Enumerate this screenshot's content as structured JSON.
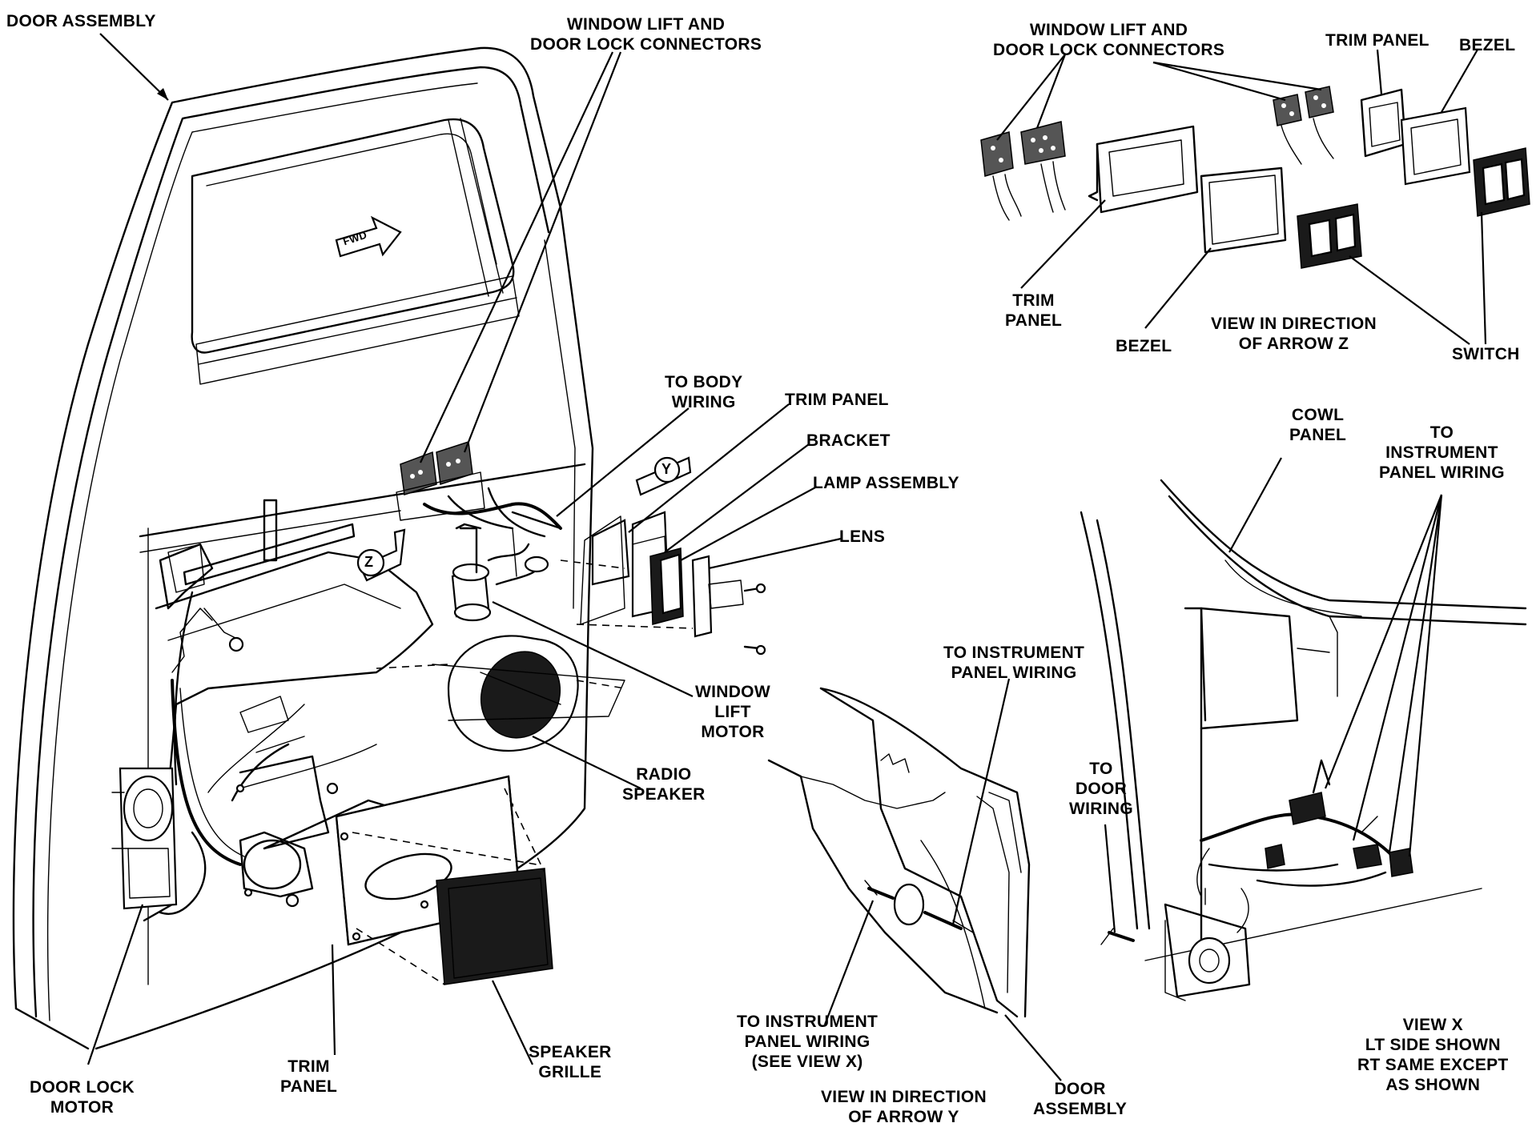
{
  "labels": {
    "door_assembly_top": "DOOR ASSEMBLY",
    "window_lift_connectors_main": "WINDOW LIFT AND\nDOOR LOCK CONNECTORS",
    "window_lift_connectors_z": "WINDOW LIFT AND\nDOOR LOCK CONNECTORS",
    "trim_panel_z_top": "TRIM PANEL",
    "bezel_z_top": "BEZEL",
    "trim_panel_z_bottom": "TRIM\nPANEL",
    "bezel_z_bottom": "BEZEL",
    "view_arrow_z": "VIEW IN DIRECTION\nOF ARROW Z",
    "switch": "SWITCH",
    "to_body_wiring": "TO BODY\nWIRING",
    "trim_panel_mid": "TRIM PANEL",
    "bracket": "BRACKET",
    "lamp_assembly": "LAMP ASSEMBLY",
    "lens": "LENS",
    "window_lift_motor": "WINDOW\nLIFT\nMOTOR",
    "radio_speaker": "RADIO\nSPEAKER",
    "speaker_grille": "SPEAKER\nGRILLE",
    "trim_panel_bottom": "TRIM\nPANEL",
    "door_lock_motor": "DOOR LOCK\nMOTOR",
    "to_instrument_panel_wiring_y": "TO INSTRUMENT\nPANEL WIRING",
    "to_instrument_panel_wiring_see_x": "TO INSTRUMENT\nPANEL WIRING\n(SEE VIEW X)",
    "view_arrow_y": "VIEW IN DIRECTION\nOF ARROW Y",
    "door_assembly_y": "DOOR\nASSEMBLY",
    "cowl_panel": "COWL\nPANEL",
    "to_instrument_panel_wiring_x": "TO\nINSTRUMENT\nPANEL WIRING",
    "to_door_wiring": "TO\nDOOR\nWIRING",
    "view_x": "VIEW X\nLT SIDE SHOWN\nRT SAME EXCEPT\nAS SHOWN"
  },
  "markers": {
    "fwd": "FWD",
    "arrow_y": "Y",
    "arrow_z": "Z"
  }
}
